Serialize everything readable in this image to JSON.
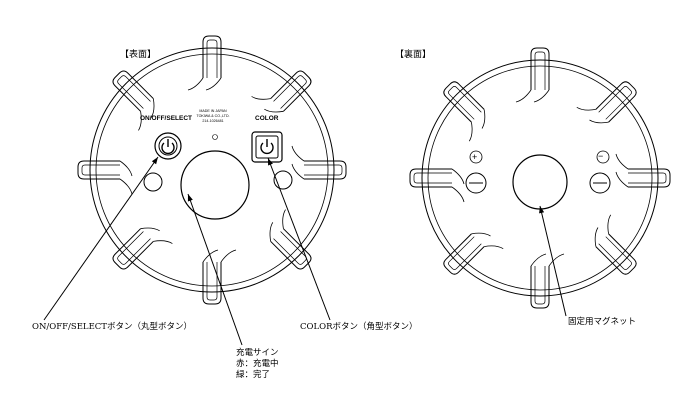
{
  "front": {
    "section_label": "【表面】",
    "onoff_label": "ON/OFF/SELECT",
    "color_label": "COLOR",
    "maker_lines": [
      "MADE IN JAPAN",
      "TOKIWA & CO.,LTD.",
      "214-1026481"
    ],
    "callouts": {
      "onoff": "ON/OFF/SELECTボタン（丸型ボタン）",
      "color": "COLORボタン（角型ボタン）",
      "charge_title": "充電サイン",
      "charge_red": "赤：充電中",
      "charge_green": "緑：完了"
    }
  },
  "back": {
    "section_label": "【裏面】",
    "plus_symbol": "+",
    "minus_symbol": "−",
    "callout_magnet": "固定用マグネット"
  }
}
